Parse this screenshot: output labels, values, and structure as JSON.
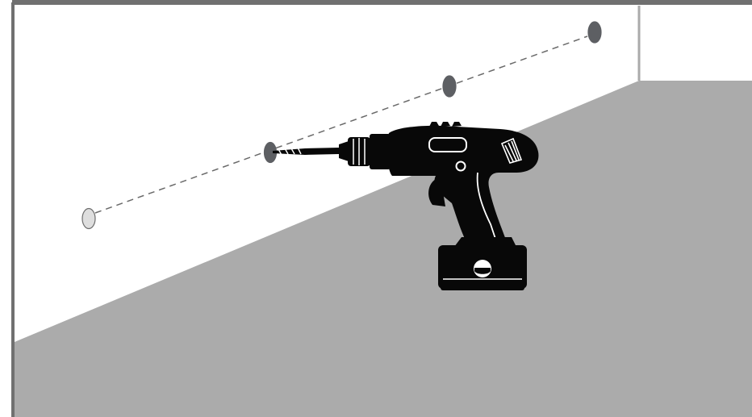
{
  "colors": {
    "frame": "#707070",
    "wall": "#ffffff",
    "floor": "#ababab",
    "drilled_hole": "#5d5f63",
    "pending_hole": "#dedede",
    "hole_outline": "#6d6d6d",
    "guide_line": "#6a6a6a",
    "drill_body": "#080808",
    "drill_detail": "#ffffff"
  },
  "holes": [
    {
      "state": "pending"
    },
    {
      "state": "drilled"
    },
    {
      "state": "drilled"
    },
    {
      "state": "drilled"
    }
  ],
  "tool": {
    "icon": "cordless-drill-icon",
    "active_hole_index": 1
  }
}
